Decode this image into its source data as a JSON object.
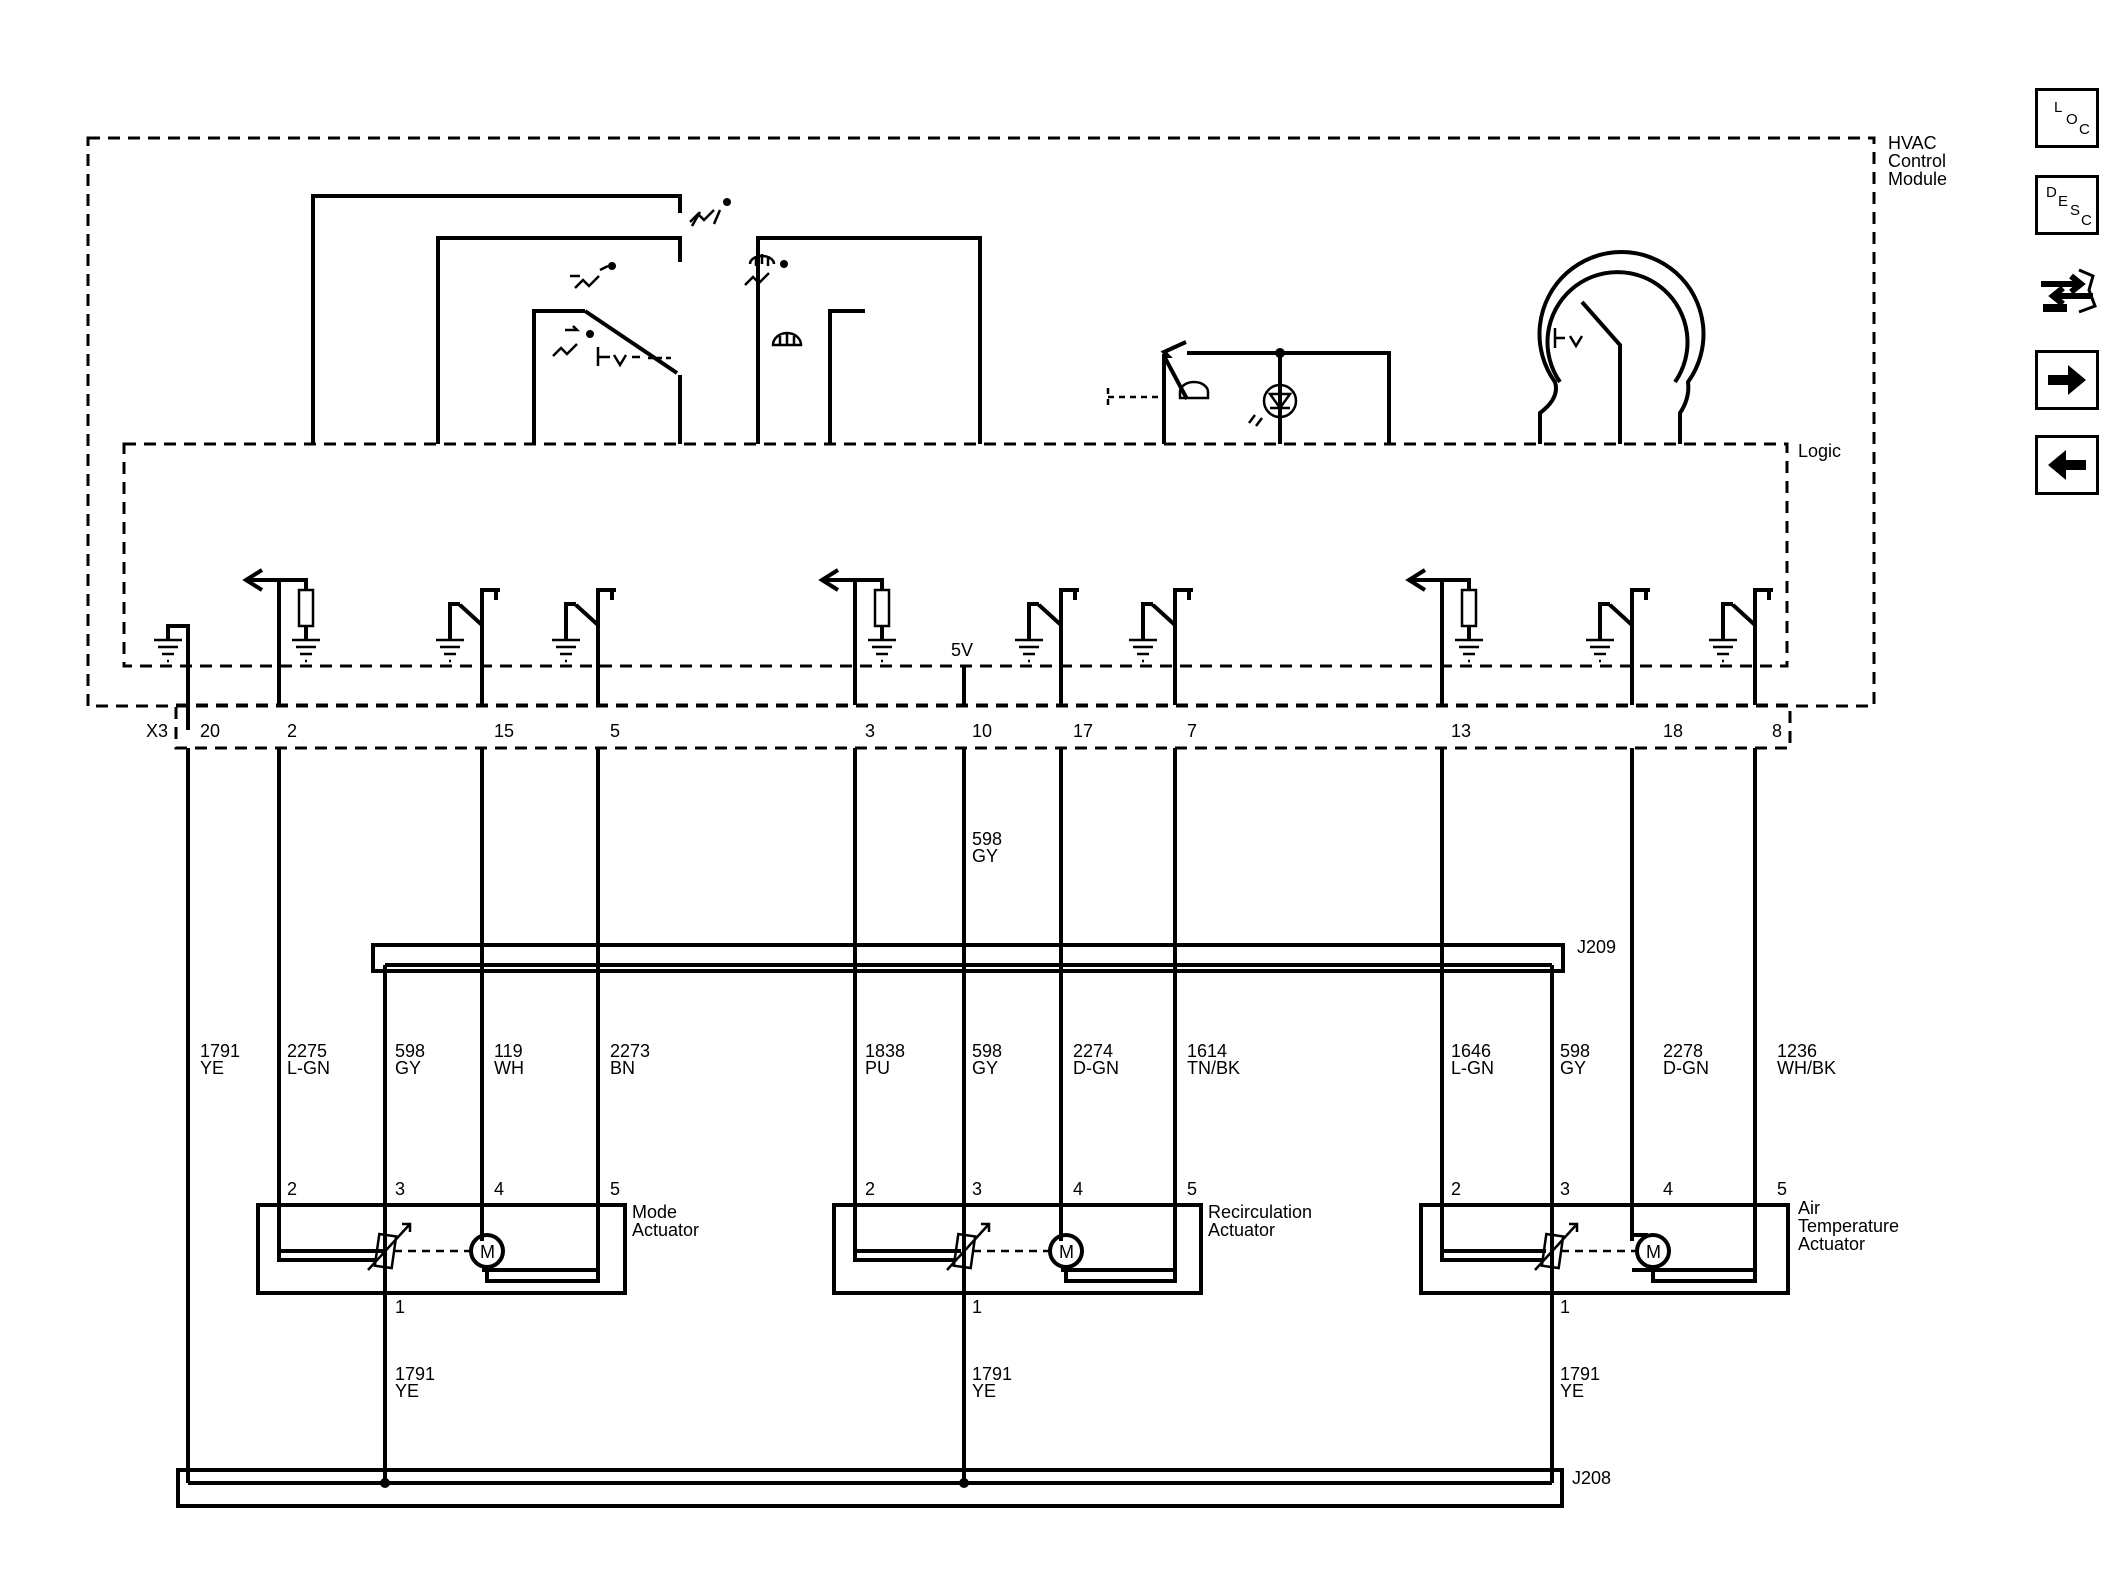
{
  "module": {
    "title": [
      "HVAC",
      "Control",
      "Module"
    ],
    "logic_label": "Logic",
    "connector": "X3",
    "supply_label": "5V"
  },
  "pins": [
    "20",
    "2",
    "15",
    "5",
    "3",
    "10",
    "17",
    "7",
    "13",
    "18",
    "8"
  ],
  "upper_wire": {
    "circuit": "598",
    "color": "GY"
  },
  "splices": {
    "upper": "J209",
    "lower": "J208"
  },
  "wires": [
    {
      "circuit": "1791",
      "color": "YE"
    },
    {
      "circuit": "2275",
      "color": "L-GN"
    },
    {
      "circuit": "598",
      "color": "GY"
    },
    {
      "circuit": "119",
      "color": "WH"
    },
    {
      "circuit": "2273",
      "color": "BN"
    },
    {
      "circuit": "1838",
      "color": "PU"
    },
    {
      "circuit": "598",
      "color": "GY"
    },
    {
      "circuit": "2274",
      "color": "D-GN"
    },
    {
      "circuit": "1614",
      "color": "TN/BK"
    },
    {
      "circuit": "1646",
      "color": "L-GN"
    },
    {
      "circuit": "598",
      "color": "GY"
    },
    {
      "circuit": "2278",
      "color": "D-GN"
    },
    {
      "circuit": "1236",
      "color": "WH/BK"
    }
  ],
  "actuators": [
    {
      "name": [
        "Mode",
        "Actuator"
      ],
      "pins": [
        "2",
        "3",
        "4",
        "5"
      ],
      "ground_pin": "1",
      "motor": "M",
      "ground_wire": {
        "circuit": "1791",
        "color": "YE"
      }
    },
    {
      "name": [
        "Recirculation",
        "Actuator"
      ],
      "pins": [
        "2",
        "3",
        "4",
        "5"
      ],
      "ground_pin": "1",
      "motor": "M",
      "ground_wire": {
        "circuit": "1791",
        "color": "YE"
      }
    },
    {
      "name": [
        "Air",
        "Temperature",
        "Actuator"
      ],
      "pins": [
        "2",
        "3",
        "4",
        "5"
      ],
      "ground_pin": "1",
      "motor": "M",
      "ground_wire": {
        "circuit": "1791",
        "color": "YE"
      }
    }
  ],
  "nav": {
    "loc": [
      "L",
      "O",
      "C"
    ],
    "desc": [
      "D",
      "E",
      "S",
      "C"
    ],
    "icons": [
      "connector-view-icon",
      "next-arrow-icon",
      "previous-arrow-icon"
    ]
  }
}
